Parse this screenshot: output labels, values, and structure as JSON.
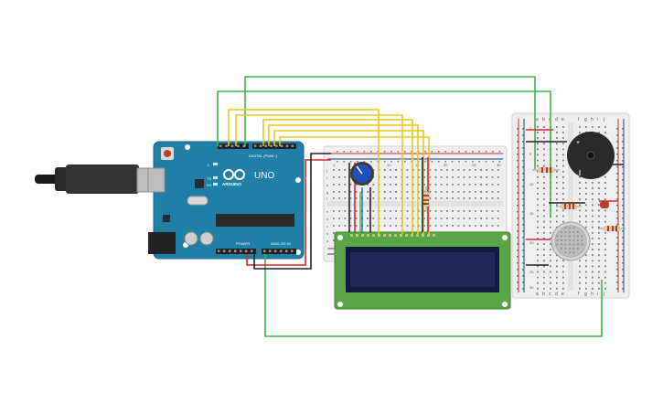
{
  "arduino": {
    "brand": "UNO",
    "logo_text": "ARDUINO",
    "digital_header": "DIGITAL (PWM~)",
    "power_header": "POWER",
    "analog_header": "ANALOG IN",
    "tx_label": "TX",
    "rx_label": "RX",
    "led_label": "L"
  },
  "breadboard_main": {
    "col_numbers": [
      "1",
      "5",
      "10",
      "15",
      "20",
      "25",
      "30"
    ],
    "row_letters_top": [
      "j",
      "i",
      "h",
      "g",
      "f"
    ],
    "row_letters_bottom": [
      "e",
      "d",
      "c",
      "b",
      "a"
    ]
  },
  "breadboard_side": {
    "top_letters": [
      "a",
      "b",
      "c",
      "d",
      "e",
      "f",
      "g",
      "h",
      "i",
      "j"
    ],
    "bottom_letters": [
      "a",
      "b",
      "c",
      "d",
      "e",
      "f",
      "g",
      "h",
      "i",
      "j"
    ],
    "row_numbers": [
      "1",
      "5",
      "10",
      "15",
      "20",
      "25",
      "30"
    ]
  },
  "lcd": {
    "type": "16x2 LCD"
  },
  "buzzer": {
    "plus_label": "+"
  },
  "wire_colors": {
    "green": "#3cb64a",
    "yellow": "#e8c81c",
    "red": "#d62728",
    "black": "#222222",
    "board_teal": "#1f7fa6",
    "lcd_green": "#5aa547",
    "lcd_screen": "#1f2a5a"
  }
}
